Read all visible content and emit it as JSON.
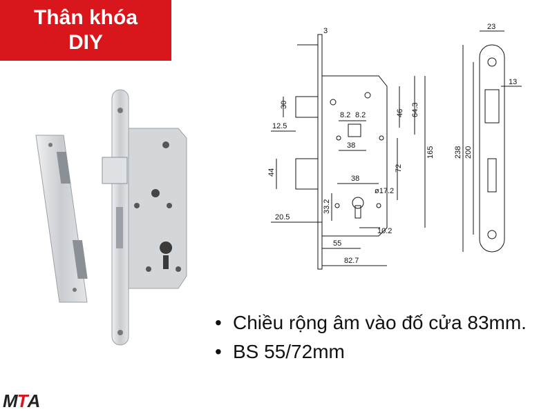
{
  "title": {
    "line1": "Thân khóa",
    "line2": "DIY"
  },
  "bullets": [
    "Chiều rộng âm vào đố cửa 83mm.",
    "BS 55/72mm"
  ],
  "logo": {
    "left": "M",
    "accent": "T",
    "right": "A"
  },
  "drawing": {
    "dims": [
      "3",
      "30",
      "12.5",
      "8.2",
      "8.2",
      "46",
      "64.3",
      "38",
      "165",
      "72",
      "44",
      "38",
      "ø17.2",
      "33.2",
      "20.5",
      "10.2",
      "55",
      "82.7",
      "23",
      "13",
      "238",
      "200"
    ]
  },
  "colors": {
    "accent": "#d9161c",
    "steel": "#c9ccd0"
  }
}
